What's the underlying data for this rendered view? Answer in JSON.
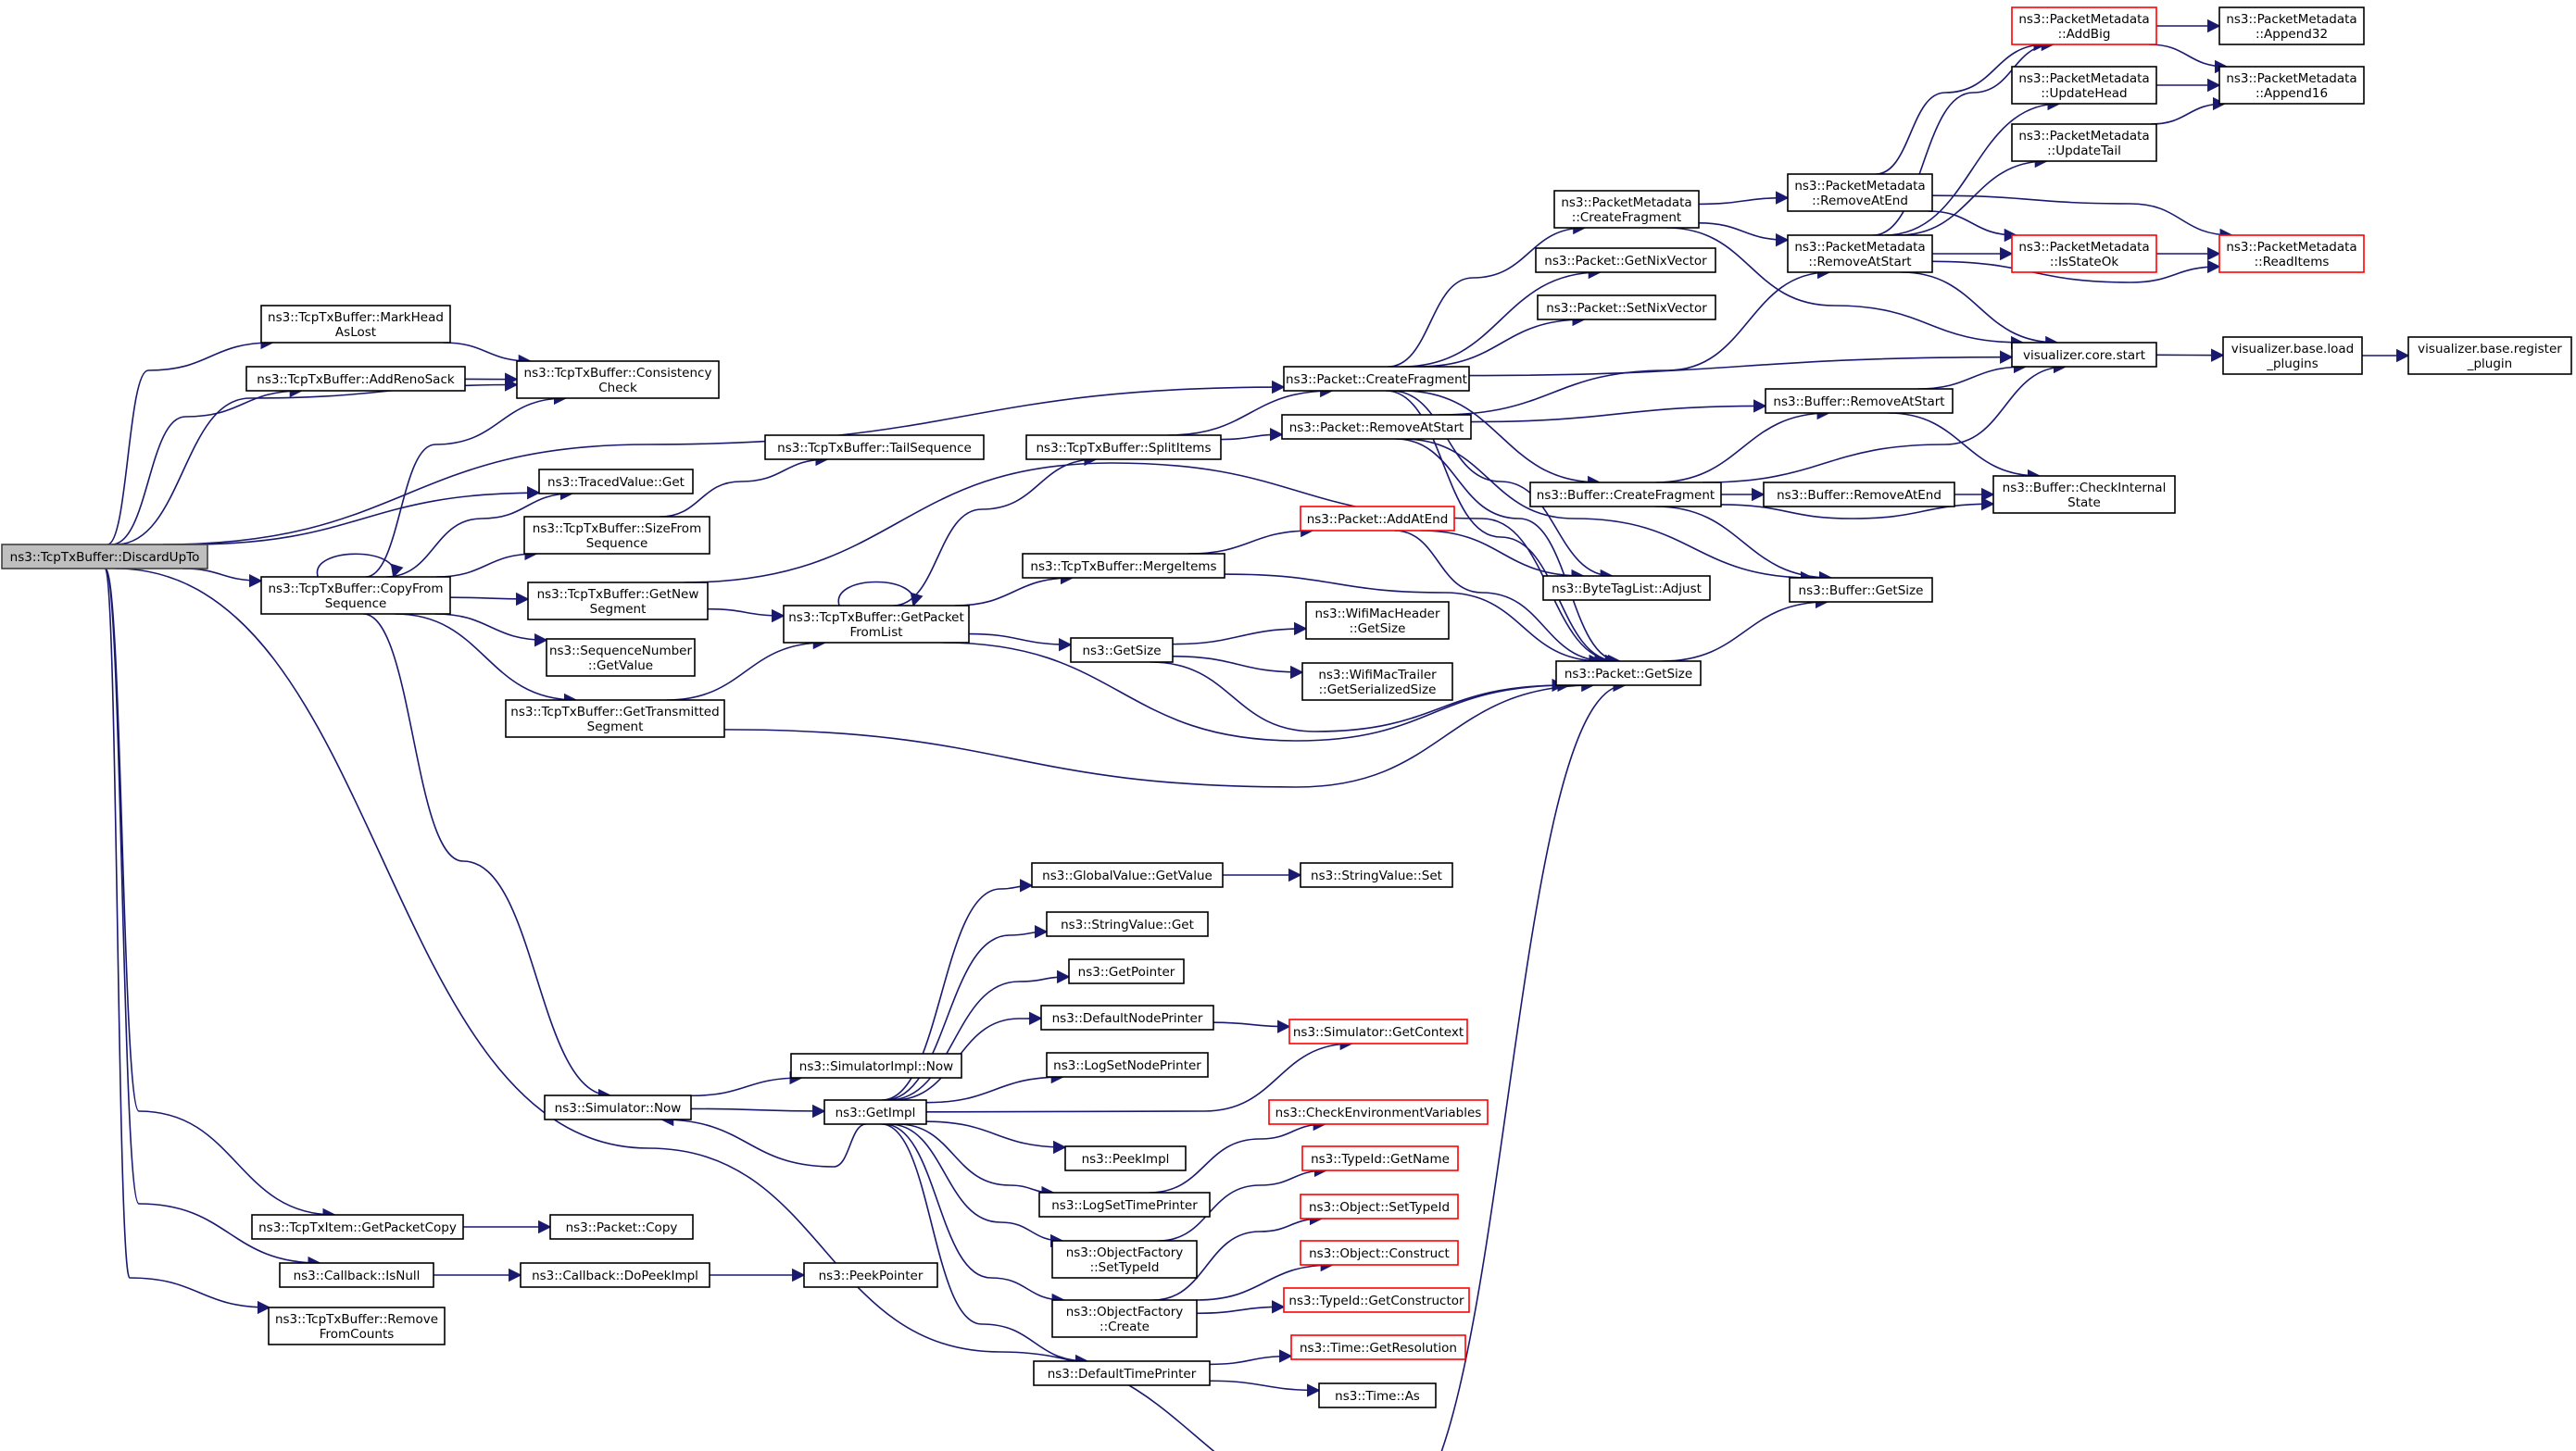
{
  "diagram": {
    "type": "call-graph",
    "root": "ns3::TcpTxBuffer::DiscardUpTo",
    "colors": {
      "edge": "#191970",
      "node_border": "#000000",
      "truncated_border": "#ff0000",
      "root_fill": "#bfbfbf"
    }
  },
  "nodes": [
    {
      "id": "discard",
      "lines": [
        "ns3::TcpTxBuffer::DiscardUpTo"
      ],
      "style": "root"
    },
    {
      "id": "markhead",
      "lines": [
        "ns3::TcpTxBuffer::MarkHead",
        "AsLost"
      ]
    },
    {
      "id": "addreno",
      "lines": [
        "ns3::TcpTxBuffer::AddRenoSack"
      ]
    },
    {
      "id": "consistency",
      "lines": [
        "ns3::TcpTxBuffer::Consistency",
        "Check"
      ]
    },
    {
      "id": "tracedget",
      "lines": [
        "ns3::TracedValue::Get"
      ]
    },
    {
      "id": "copyfrom",
      "lines": [
        "ns3::TcpTxBuffer::CopyFrom",
        "Sequence"
      ]
    },
    {
      "id": "sizefrom",
      "lines": [
        "ns3::TcpTxBuffer::SizeFrom",
        "Sequence"
      ]
    },
    {
      "id": "getnewseg",
      "lines": [
        "ns3::TcpTxBuffer::GetNew",
        "Segment"
      ]
    },
    {
      "id": "seqgetvalue",
      "lines": [
        "ns3::SequenceNumber",
        "::GetValue"
      ]
    },
    {
      "id": "gettransmitted",
      "lines": [
        "ns3::TcpTxBuffer::GetTransmitted",
        "Segment"
      ]
    },
    {
      "id": "tailseq",
      "lines": [
        "ns3::TcpTxBuffer::TailSequence"
      ]
    },
    {
      "id": "getpacketfromlist",
      "lines": [
        "ns3::TcpTxBuffer::GetPacket",
        "FromList"
      ]
    },
    {
      "id": "splititems",
      "lines": [
        "ns3::TcpTxBuffer::SplitItems"
      ]
    },
    {
      "id": "mergeitems",
      "lines": [
        "ns3::TcpTxBuffer::MergeItems"
      ]
    },
    {
      "id": "getsize_global",
      "lines": [
        "ns3::GetSize"
      ]
    },
    {
      "id": "pkt_createfrag",
      "lines": [
        "ns3::Packet::CreateFragment"
      ]
    },
    {
      "id": "pkt_removeatstart",
      "lines": [
        "ns3::Packet::RemoveAtStart"
      ]
    },
    {
      "id": "pkt_addatend",
      "lines": [
        "ns3::Packet::AddAtEnd"
      ],
      "style": "red"
    },
    {
      "id": "wifimacheader",
      "lines": [
        "ns3::WifiMacHeader",
        "::GetSize"
      ]
    },
    {
      "id": "wifimactrailer",
      "lines": [
        "ns3::WifiMacTrailer",
        "::GetSerializedSize"
      ]
    },
    {
      "id": "pm_createfrag",
      "lines": [
        "ns3::PacketMetadata",
        "::CreateFragment"
      ]
    },
    {
      "id": "getnixvector",
      "lines": [
        "ns3::Packet::GetNixVector"
      ]
    },
    {
      "id": "setnixvector",
      "lines": [
        "ns3::Packet::SetNixVector"
      ]
    },
    {
      "id": "buf_createfrag",
      "lines": [
        "ns3::Buffer::CreateFragment"
      ]
    },
    {
      "id": "bytetag_adjust",
      "lines": [
        "ns3::ByteTagList::Adjust"
      ]
    },
    {
      "id": "pkt_getsize",
      "lines": [
        "ns3::Packet::GetSize"
      ]
    },
    {
      "id": "pm_removeatend",
      "lines": [
        "ns3::PacketMetadata",
        "::RemoveAtEnd"
      ]
    },
    {
      "id": "pm_removeatstart",
      "lines": [
        "ns3::PacketMetadata",
        "::RemoveAtStart"
      ]
    },
    {
      "id": "buf_removeatstart",
      "lines": [
        "ns3::Buffer::RemoveAtStart"
      ]
    },
    {
      "id": "buf_removeatend",
      "lines": [
        "ns3::Buffer::RemoveAtEnd"
      ]
    },
    {
      "id": "buf_getsize",
      "lines": [
        "ns3::Buffer::GetSize"
      ]
    },
    {
      "id": "pm_addbig",
      "lines": [
        "ns3::PacketMetadata",
        "::AddBig"
      ],
      "style": "red"
    },
    {
      "id": "pm_updatehead",
      "lines": [
        "ns3::PacketMetadata",
        "::UpdateHead"
      ]
    },
    {
      "id": "pm_updatetail",
      "lines": [
        "ns3::PacketMetadata",
        "::UpdateTail"
      ]
    },
    {
      "id": "pm_isstateok",
      "lines": [
        "ns3::PacketMetadata",
        "::IsStateOk"
      ],
      "style": "red"
    },
    {
      "id": "vis_core_start",
      "lines": [
        "visualizer.core.start"
      ]
    },
    {
      "id": "buf_checkinternal",
      "lines": [
        "ns3::Buffer::CheckInternal",
        "State"
      ]
    },
    {
      "id": "pm_append32",
      "lines": [
        "ns3::PacketMetadata",
        "::Append32"
      ]
    },
    {
      "id": "pm_append16",
      "lines": [
        "ns3::PacketMetadata",
        "::Append16"
      ]
    },
    {
      "id": "pm_readitems",
      "lines": [
        "ns3::PacketMetadata",
        "::ReadItems"
      ],
      "style": "red"
    },
    {
      "id": "vis_base_load",
      "lines": [
        "visualizer.base.load",
        "_plugins"
      ]
    },
    {
      "id": "vis_base_register",
      "lines": [
        "visualizer.base.register",
        "_plugin"
      ]
    },
    {
      "id": "sim_now",
      "lines": [
        "ns3::Simulator::Now"
      ]
    },
    {
      "id": "simimpl_now",
      "lines": [
        "ns3::SimulatorImpl::Now"
      ]
    },
    {
      "id": "getimpl",
      "lines": [
        "ns3::GetImpl"
      ]
    },
    {
      "id": "gv_getvalue",
      "lines": [
        "ns3::GlobalValue::GetValue"
      ]
    },
    {
      "id": "strval_get",
      "lines": [
        "ns3::StringValue::Get"
      ]
    },
    {
      "id": "getpointer",
      "lines": [
        "ns3::GetPointer"
      ]
    },
    {
      "id": "defaultnodeprinter",
      "lines": [
        "ns3::DefaultNodePrinter"
      ]
    },
    {
      "id": "logsetnodeprinter",
      "lines": [
        "ns3::LogSetNodePrinter"
      ]
    },
    {
      "id": "peekimpl",
      "lines": [
        "ns3::PeekImpl"
      ]
    },
    {
      "id": "logsettimeprinter",
      "lines": [
        "ns3::LogSetTimePrinter"
      ]
    },
    {
      "id": "of_settypeid",
      "lines": [
        "ns3::ObjectFactory",
        "::SetTypeId"
      ]
    },
    {
      "id": "of_create",
      "lines": [
        "ns3::ObjectFactory",
        "::Create"
      ]
    },
    {
      "id": "defaulttimeprinter",
      "lines": [
        "ns3::DefaultTimePrinter"
      ]
    },
    {
      "id": "strval_set",
      "lines": [
        "ns3::StringValue::Set"
      ]
    },
    {
      "id": "sim_getcontext",
      "lines": [
        "ns3::Simulator::GetContext"
      ],
      "style": "red"
    },
    {
      "id": "checkenv",
      "lines": [
        "ns3::CheckEnvironmentVariables"
      ],
      "style": "red"
    },
    {
      "id": "typeid_getname",
      "lines": [
        "ns3::TypeId::GetName"
      ],
      "style": "red"
    },
    {
      "id": "obj_settypeid",
      "lines": [
        "ns3::Object::SetTypeId"
      ],
      "style": "red"
    },
    {
      "id": "obj_construct",
      "lines": [
        "ns3::Object::Construct"
      ],
      "style": "red"
    },
    {
      "id": "typeid_getctor",
      "lines": [
        "ns3::TypeId::GetConstructor"
      ],
      "style": "red"
    },
    {
      "id": "time_getres",
      "lines": [
        "ns3::Time::GetResolution"
      ],
      "style": "red"
    },
    {
      "id": "time_as",
      "lines": [
        "ns3::Time::As"
      ]
    },
    {
      "id": "txitem_getpacketcopy",
      "lines": [
        "ns3::TcpTxItem::GetPacketCopy"
      ]
    },
    {
      "id": "pkt_copy",
      "lines": [
        "ns3::Packet::Copy"
      ]
    },
    {
      "id": "cb_isnull",
      "lines": [
        "ns3::Callback::IsNull"
      ]
    },
    {
      "id": "cb_dopeekimpl",
      "lines": [
        "ns3::Callback::DoPeekImpl"
      ]
    },
    {
      "id": "peekpointer",
      "lines": [
        "ns3::PeekPointer"
      ]
    },
    {
      "id": "removefromcounts",
      "lines": [
        "ns3::TcpTxBuffer::Remove",
        "FromCounts"
      ]
    }
  ]
}
